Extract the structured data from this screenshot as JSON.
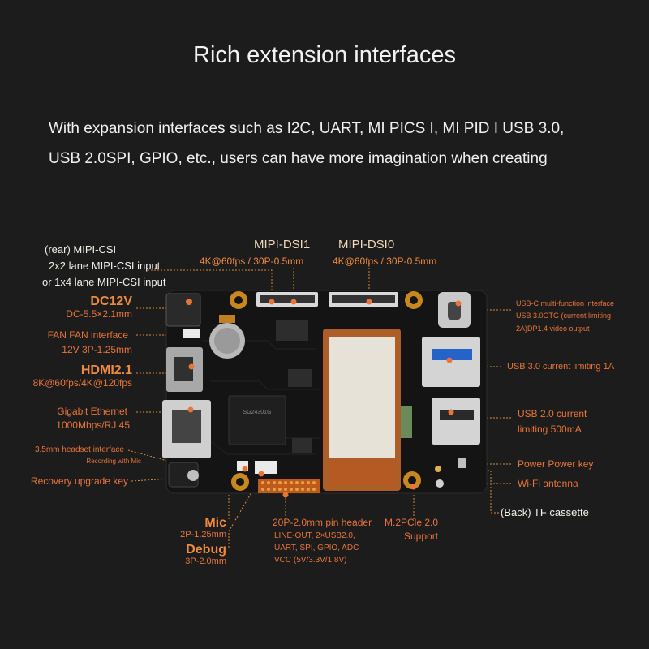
{
  "title": "Rich extension interfaces",
  "subtitle_line1": "With expansion interfaces such as I2C, UART, MI PICS I, MI PID I USB 3.0,",
  "subtitle_line2": "USB 2.0SPI, GPIO, etc., users can have more imagination when creating",
  "labels": {
    "csi_1": "(rear) MIPI-CSI",
    "csi_2": "2x2 lane MIPI-CSI input",
    "csi_3": "or 1x4 lane MIPI-CSI input",
    "dsi1_title": "MIPI-DSI1",
    "dsi1_spec": "4K@60fps / 30P-0.5mm",
    "dsi0_title": "MIPI-DSI0",
    "dsi0_spec": "4K@60fps / 30P-0.5mm",
    "dc_title": "DC12V",
    "dc_spec": "DC-5.5×2.1mm",
    "fan_title": "FAN FAN interface",
    "fan_spec": "12V 3P-1.25mm",
    "hdmi_title": "HDMI2.1",
    "hdmi_spec": "8K@60fps/4K@120fps",
    "eth_title": "Gigabit Ethernet",
    "eth_spec": "1000Mbps/RJ 45",
    "headset_title": "3.5mm headset interface",
    "headset_spec": "Recording with Mic",
    "recovery": "Recovery upgrade key",
    "mic_title": "Mic",
    "mic_spec": "2P-1.25mm",
    "debug_title": "Debug",
    "debug_spec": "3P-2.0mm",
    "pin_header": "20P-2.0mm pin header",
    "pin_line1": "LINE-OUT, 2×USB2.0,",
    "pin_line2": "UART, SPI, GPIO, ADC",
    "pin_line3": "VCC (5V/3.3V/1.8V)",
    "m2_title": "M.2PCle 2.0",
    "m2_spec": "Support",
    "usbc_1": "USB-C multi-function interface",
    "usbc_2": "USB 3.0OTG (current limiting",
    "usbc_3": "2A)DP1.4 video output",
    "usb3": "USB 3.0 current limiting 1A",
    "usb2_1": "USB 2.0 current",
    "usb2_2": "limiting 500mA",
    "power": "Power Power key",
    "wifi": "Wi-Fi antenna",
    "tf": "(Back) TF cassette"
  },
  "board": {
    "chip_marking": "SG24301G"
  },
  "colors": {
    "accent": "#e8743a",
    "highlight": "#f08a3e",
    "background": "#1c1c1c",
    "board": "#151515"
  }
}
